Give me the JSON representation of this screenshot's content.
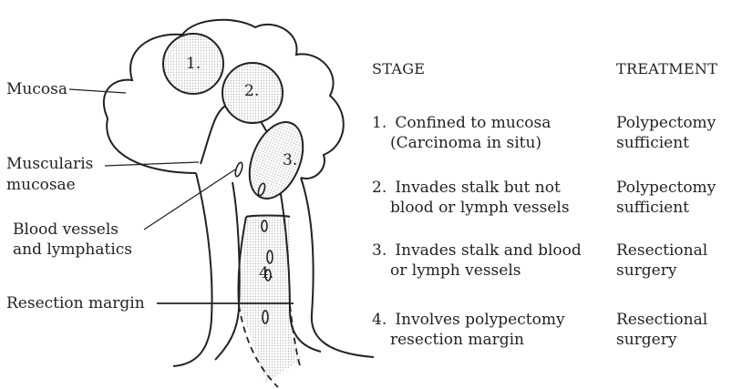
{
  "diagram": {
    "labels": {
      "mucosa": "Mucosa",
      "muscularis_1": "Muscularis",
      "muscularis_2": "mucosae",
      "vessels_1": "Blood vessels",
      "vessels_2": "and lymphatics",
      "resection": "Resection margin"
    },
    "markers": [
      "1.",
      "2.",
      "3.",
      "4."
    ]
  },
  "table": {
    "stage_header": "STAGE",
    "treatment_header": "TREATMENT",
    "rows": [
      {
        "num": "1.",
        "stage_1": "Confined to mucosa",
        "stage_2": "(Carcinoma in situ)",
        "treat_1": "Polypectomy",
        "treat_2": "sufficient"
      },
      {
        "num": "2.",
        "stage_1": "Invades stalk but not",
        "stage_2": "blood or lymph vessels",
        "treat_1": "Polypectomy",
        "treat_2": "sufficient"
      },
      {
        "num": "3.",
        "stage_1": "Invades stalk and blood",
        "stage_2": "or lymph vessels",
        "treat_1": "Resectional",
        "treat_2": "surgery"
      },
      {
        "num": "4.",
        "stage_1": "Involves polypectomy",
        "stage_2": "resection margin",
        "treat_1": "Resectional",
        "treat_2": "surgery"
      }
    ]
  }
}
